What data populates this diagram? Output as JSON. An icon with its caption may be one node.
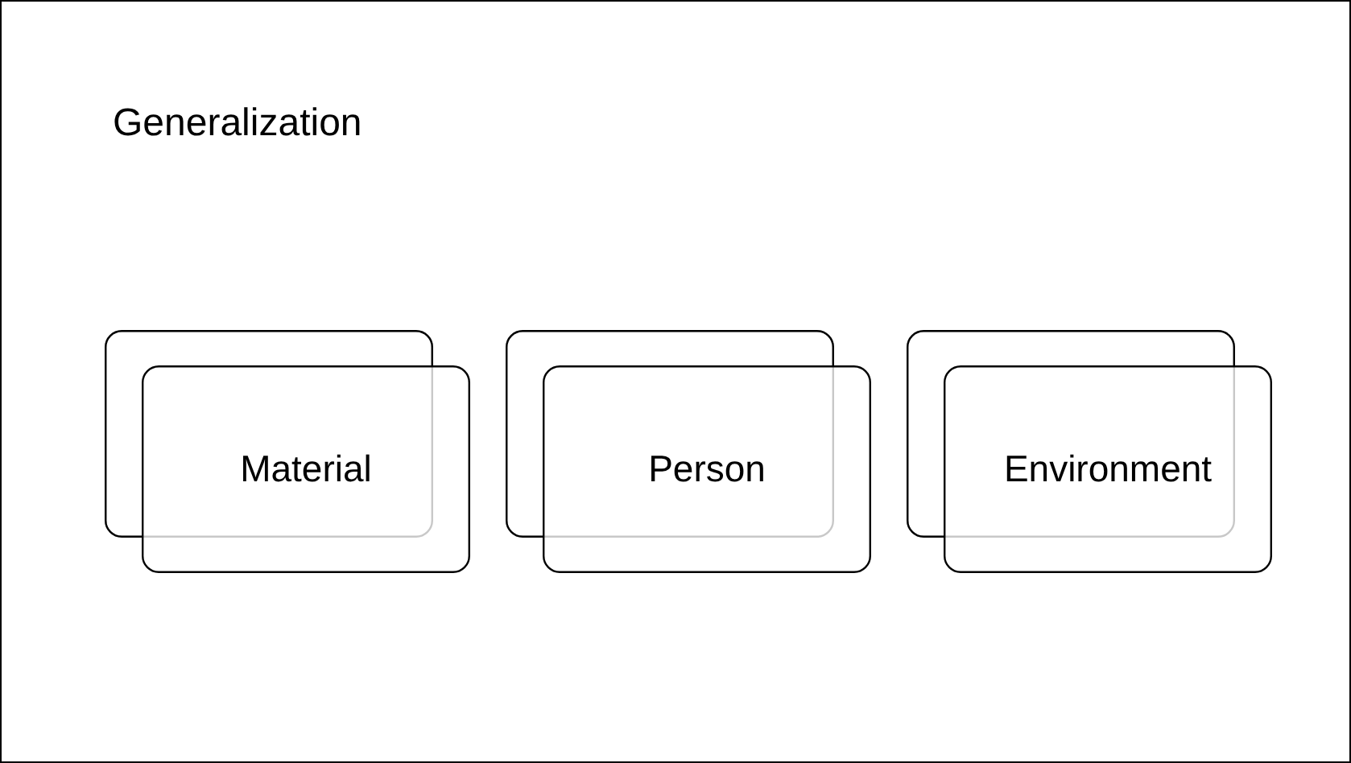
{
  "diagram": {
    "title": "Generalization",
    "nodes": [
      {
        "text": [
          "Material"
        ]
      },
      {
        "text": [
          "Person"
        ]
      },
      {
        "text": [
          "Environment"
        ]
      }
    ]
  }
}
